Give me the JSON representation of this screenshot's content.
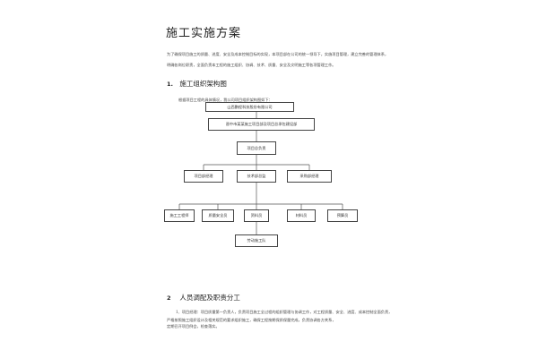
{
  "doc": {
    "title": "施工实施方案",
    "intro_line1": "为了确保项目施工的质量、进度、安全及成本控制目标的实现，本项目部在公司的统一领导下，实施项目管理，建立完善的管理体系，",
    "intro_line2": "明确各岗位职责，全面负责本工程的施工组织、协调、技术、质量、安全及文明施工等各项管理工作。",
    "section1": {
      "number": "1.",
      "title": "施工组织架构图"
    },
    "org_intro": "根据项目工程的具体情况，我公司项目组织架构图如下：",
    "org_chart": {
      "company": "山西鹏程科技股份有限公司",
      "department": "晋中市某某施工项目部及项目总承包建设部",
      "manager": "项目总负责",
      "mid_level": [
        "项目部经理",
        "技术部总监",
        "采购部经理"
      ],
      "bottom_level": [
        "施工工程师",
        "质量安全员",
        "资料员",
        "材料员",
        "预算员"
      ],
      "team": "劳动施工队"
    },
    "section2": {
      "number": "2",
      "title": "人员调配及职责分工"
    },
    "duty_line1": "1、项目经理：项目质量第一负责人，负责项目施工全过程的组织管理与协调工作，对工程质量、安全、进度、成本控制全面负责，",
    "duty_line2": "严格按照施工组织设计及相关规范的要求组织施工，确保工程按期保质保量完成，负责协调各方关系，",
    "duty_line3": "定期召开项目例会，检查落实。"
  }
}
